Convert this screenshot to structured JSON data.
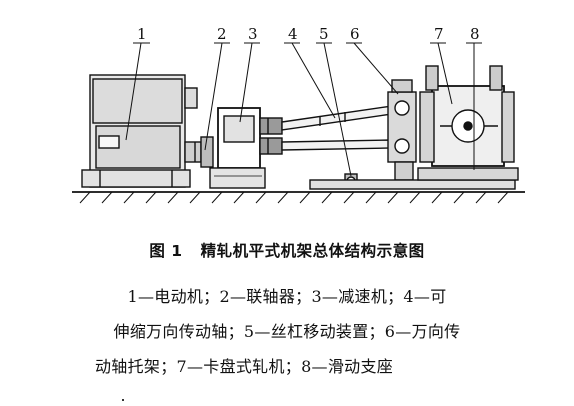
{
  "figure": {
    "callouts": [
      "1",
      "2",
      "3",
      "4",
      "5",
      "6",
      "7",
      "8"
    ]
  },
  "caption": {
    "fig_number": "图 1",
    "fig_title": "精轧机平式机架总体结构示意图",
    "legend_lines": [
      "1—电动机；2—联轴器；3—减速机；4—可",
      "伸缩万向传动轴；5—丝杠移动装置；6—万向传",
      "动轴托架；7—卡盘式轧机；8—滑动支座"
    ]
  }
}
